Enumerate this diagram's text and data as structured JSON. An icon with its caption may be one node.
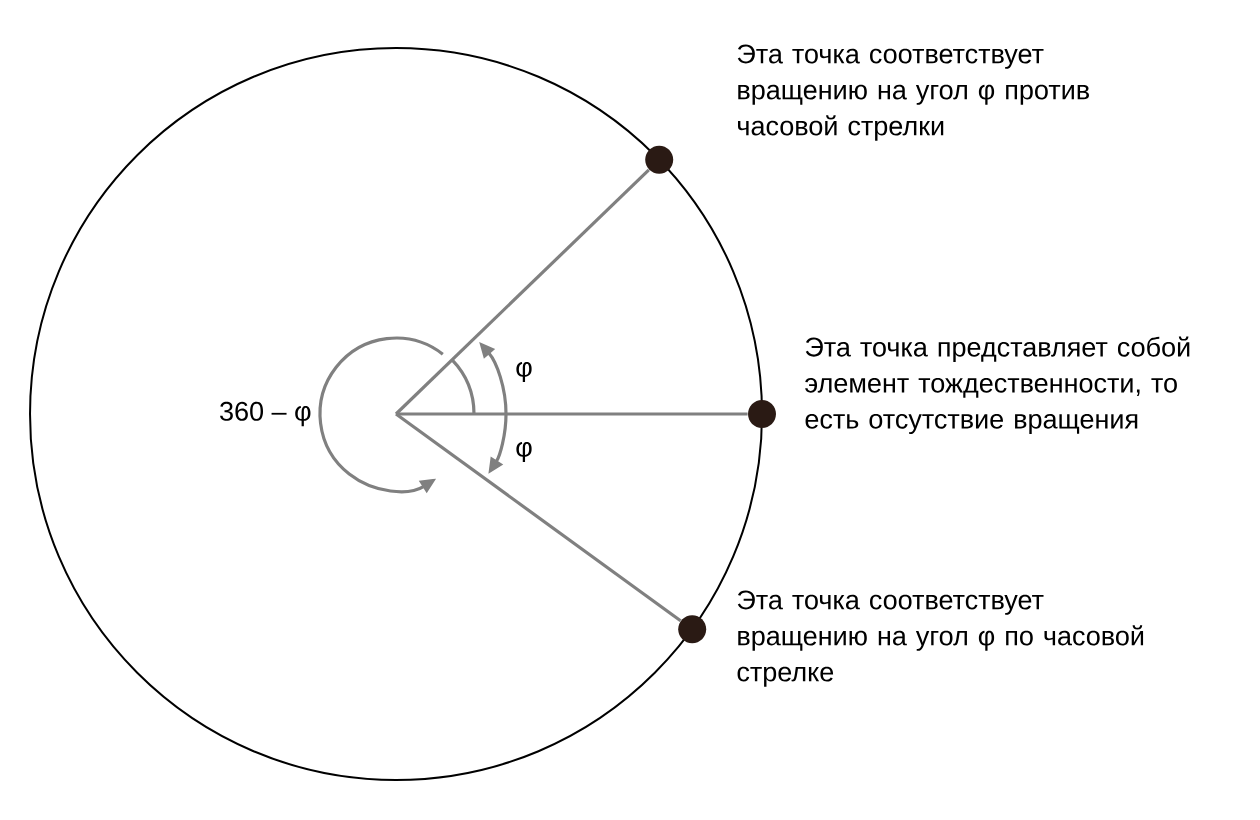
{
  "diagram": {
    "nodes": [
      {
        "text": [],
        "shape": "circle",
        "beside": [
          "Эта точка соответствует вращению на угол φ против часовой стрелки"
        ]
      },
      {
        "text": [],
        "shape": "circle",
        "beside": [
          "Эта точка представляет собой элемент тождественности, то есть отсутствие вращения"
        ]
      },
      {
        "text": [],
        "shape": "circle",
        "beside": [
          "Эта точка соответствует вращению на угол φ по часовой стрелке"
        ]
      }
    ],
    "edges": [
      {
        "from": null,
        "to": 0,
        "arrow": "none"
      },
      {
        "from": null,
        "to": 1,
        "arrow": "none"
      },
      {
        "from": null,
        "to": 2,
        "arrow": "none"
      }
    ],
    "labels": [
      "360 – φ",
      "φ",
      "φ"
    ]
  }
}
